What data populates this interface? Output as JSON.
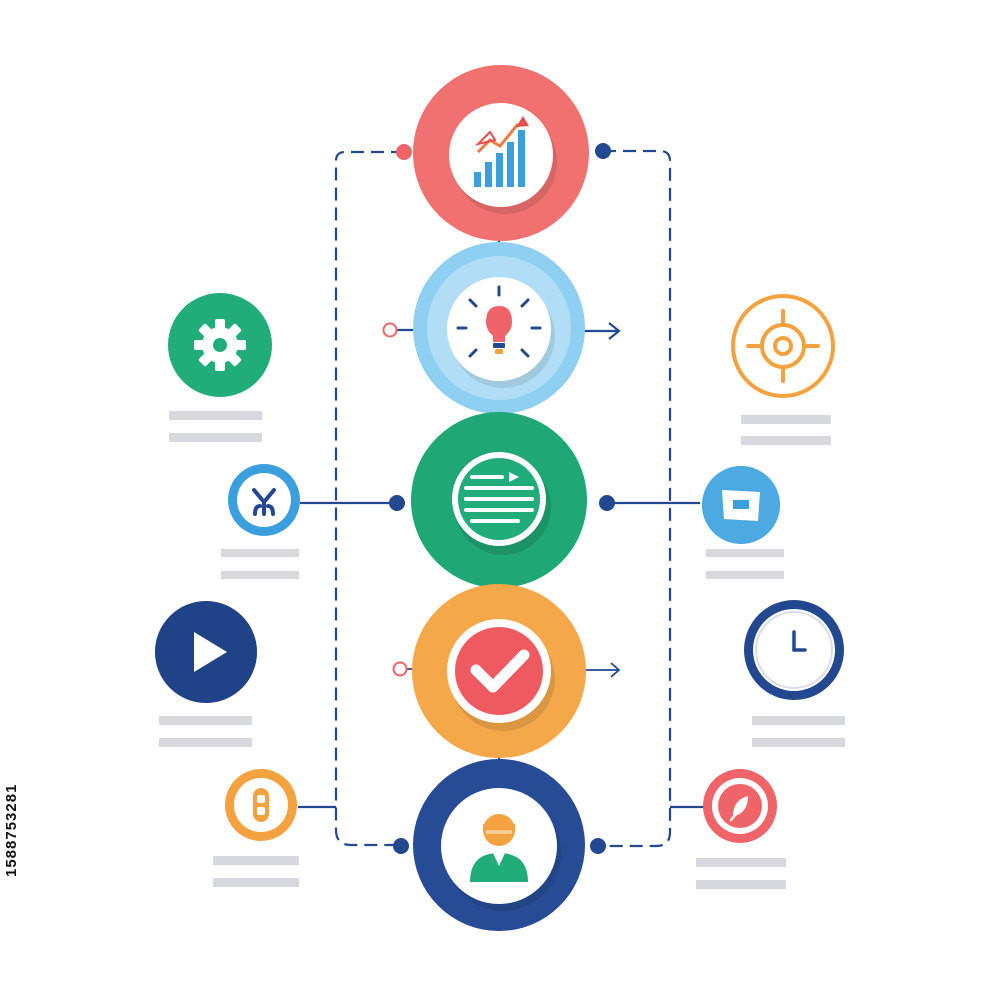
{
  "image_id_text": "1588753281",
  "colors": {
    "navy": "#24488f",
    "red": "#ef6468",
    "lightblue": "#8fcff1",
    "green": "#21ad79",
    "orange": "#f4a240",
    "blue": "#3b9fdd",
    "placeholder_bar": "#d8d9de"
  },
  "diagram": {
    "central_nodes": [
      {
        "id": "growth-chart",
        "icon": "bar-chart-growth-icon",
        "color": "red"
      },
      {
        "id": "idea",
        "icon": "lightbulb-icon",
        "color": "lightblue"
      },
      {
        "id": "document",
        "icon": "document-lines-icon",
        "color": "green"
      },
      {
        "id": "approval",
        "icon": "checkmark-icon",
        "color": "orange"
      },
      {
        "id": "user",
        "icon": "person-icon",
        "color": "navy"
      }
    ],
    "side_nodes": [
      {
        "id": "settings",
        "icon": "gear-icon",
        "color": "green"
      },
      {
        "id": "tool",
        "icon": "tool-icon",
        "color": "blue"
      },
      {
        "id": "play",
        "icon": "play-icon",
        "color": "navy"
      },
      {
        "id": "target",
        "icon": "target-icon",
        "color": "orange"
      },
      {
        "id": "left-bottom",
        "icon": "link-icon",
        "color": "orange"
      },
      {
        "id": "message",
        "icon": "message-box-icon",
        "color": "blue"
      },
      {
        "id": "clock",
        "icon": "clock-icon",
        "color": "navy"
      },
      {
        "id": "right-bottom",
        "icon": "leaf-icon",
        "color": "red"
      }
    ]
  }
}
